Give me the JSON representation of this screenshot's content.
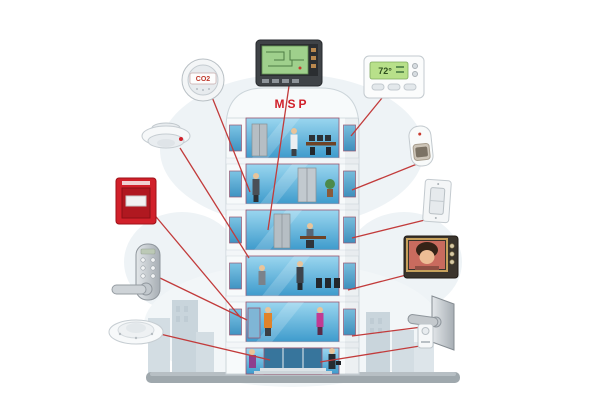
{
  "building": {
    "label": "MSP"
  },
  "devices": {
    "co2_detector": {
      "label": "CO2",
      "icon": "co2-detector-icon"
    },
    "control_panel": {
      "icon": "security-control-panel-icon"
    },
    "thermostat": {
      "reading": "72°",
      "icon": "thermostat-icon"
    },
    "smoke_detector": {
      "icon": "smoke-detector-icon"
    },
    "fire_alarm": {
      "icon": "fire-alarm-pull-station-icon"
    },
    "door_lock": {
      "icon": "keypad-door-lock-icon"
    },
    "ceiling_speaker": {
      "icon": "ceiling-speaker-icon"
    },
    "motion_sensor": {
      "icon": "motion-sensor-icon"
    },
    "light_switch": {
      "icon": "light-switch-icon"
    },
    "video_intercom": {
      "icon": "video-intercom-icon"
    },
    "door_handle": {
      "icon": "door-handle-icon"
    },
    "card_reader": {
      "icon": "card-reader-icon"
    }
  },
  "colors": {
    "connector_line": "#c23b3b",
    "brand_red": "#d1202a",
    "glass_blue": "#55accf"
  }
}
